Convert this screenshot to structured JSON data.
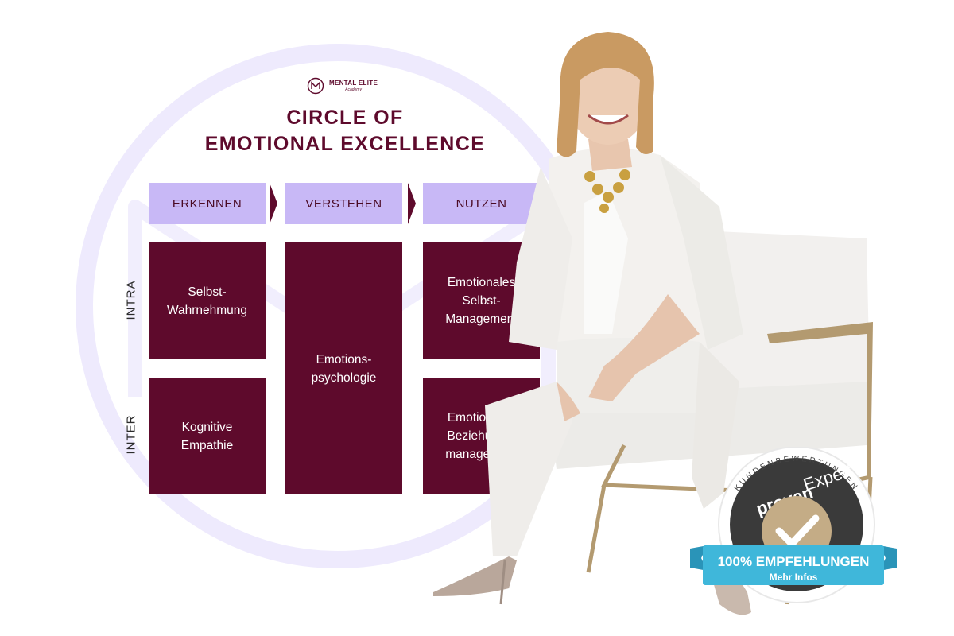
{
  "brand": {
    "name": "MENTAL ELITE",
    "sub": "Academy",
    "colors": {
      "primary": "#5e0a2c",
      "accent": "#c8b8f6",
      "ring": "#eeeafd"
    }
  },
  "title": {
    "line1": "CIRCLE OF",
    "line2": "EMOTIONAL EXCELLENCE"
  },
  "headers": [
    "ERKENNEN",
    "VERSTEHEN",
    "NUTZEN"
  ],
  "row_labels": {
    "intra": "INTRA",
    "inter": "INTER"
  },
  "cells": {
    "intra_erkennen": "Selbst-\nWahrnehmung",
    "inter_erkennen": "Kognitive\nEmpathie",
    "verstehen": "Emotions-\npsychologie",
    "intra_nutzen": "Emotionales\nSelbst-\nManagement",
    "inter_nutzen": "Emotionales\nBeziehungs-\nmanagement"
  },
  "badge": {
    "arc": "KUNDENBEWERTUNGEN",
    "brand_a": "proven",
    "brand_b": "Expert",
    "ribbon_main": "100% EMPFEHLUNGEN",
    "ribbon_sub": "Mehr Infos",
    "icon": "checkmark-icon"
  }
}
